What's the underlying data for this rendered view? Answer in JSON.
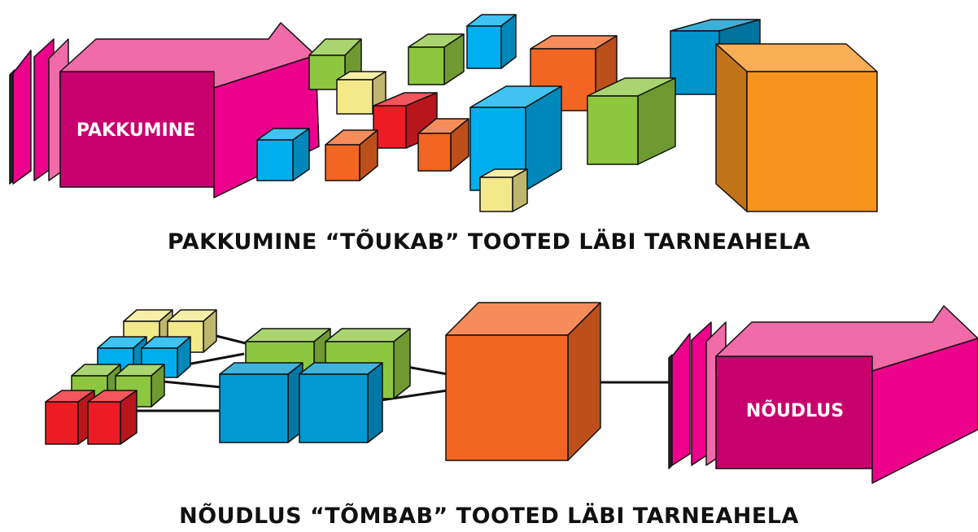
{
  "top": {
    "arrow_label": "PAKKUMINE",
    "caption": "PAKKUMINE “TÕUKAB” TOOTED LÄBI TARNEAHELA"
  },
  "bottom": {
    "arrow_label": "NÕUDLUS",
    "caption": "NÕUDLUS “TÕMBAB” TOOTED LÄBI TARNEAHELA"
  },
  "colors": {
    "magenta": "#EC008C",
    "magenta_dark": "#C8006E",
    "magenta_light": "#F06BA8",
    "green": "#8DC63F",
    "blue": "#00AEEF",
    "orange": "#F7941D",
    "orange_dark": "#F26522",
    "yellow": "#F3E98A",
    "red": "#ED1C24"
  }
}
